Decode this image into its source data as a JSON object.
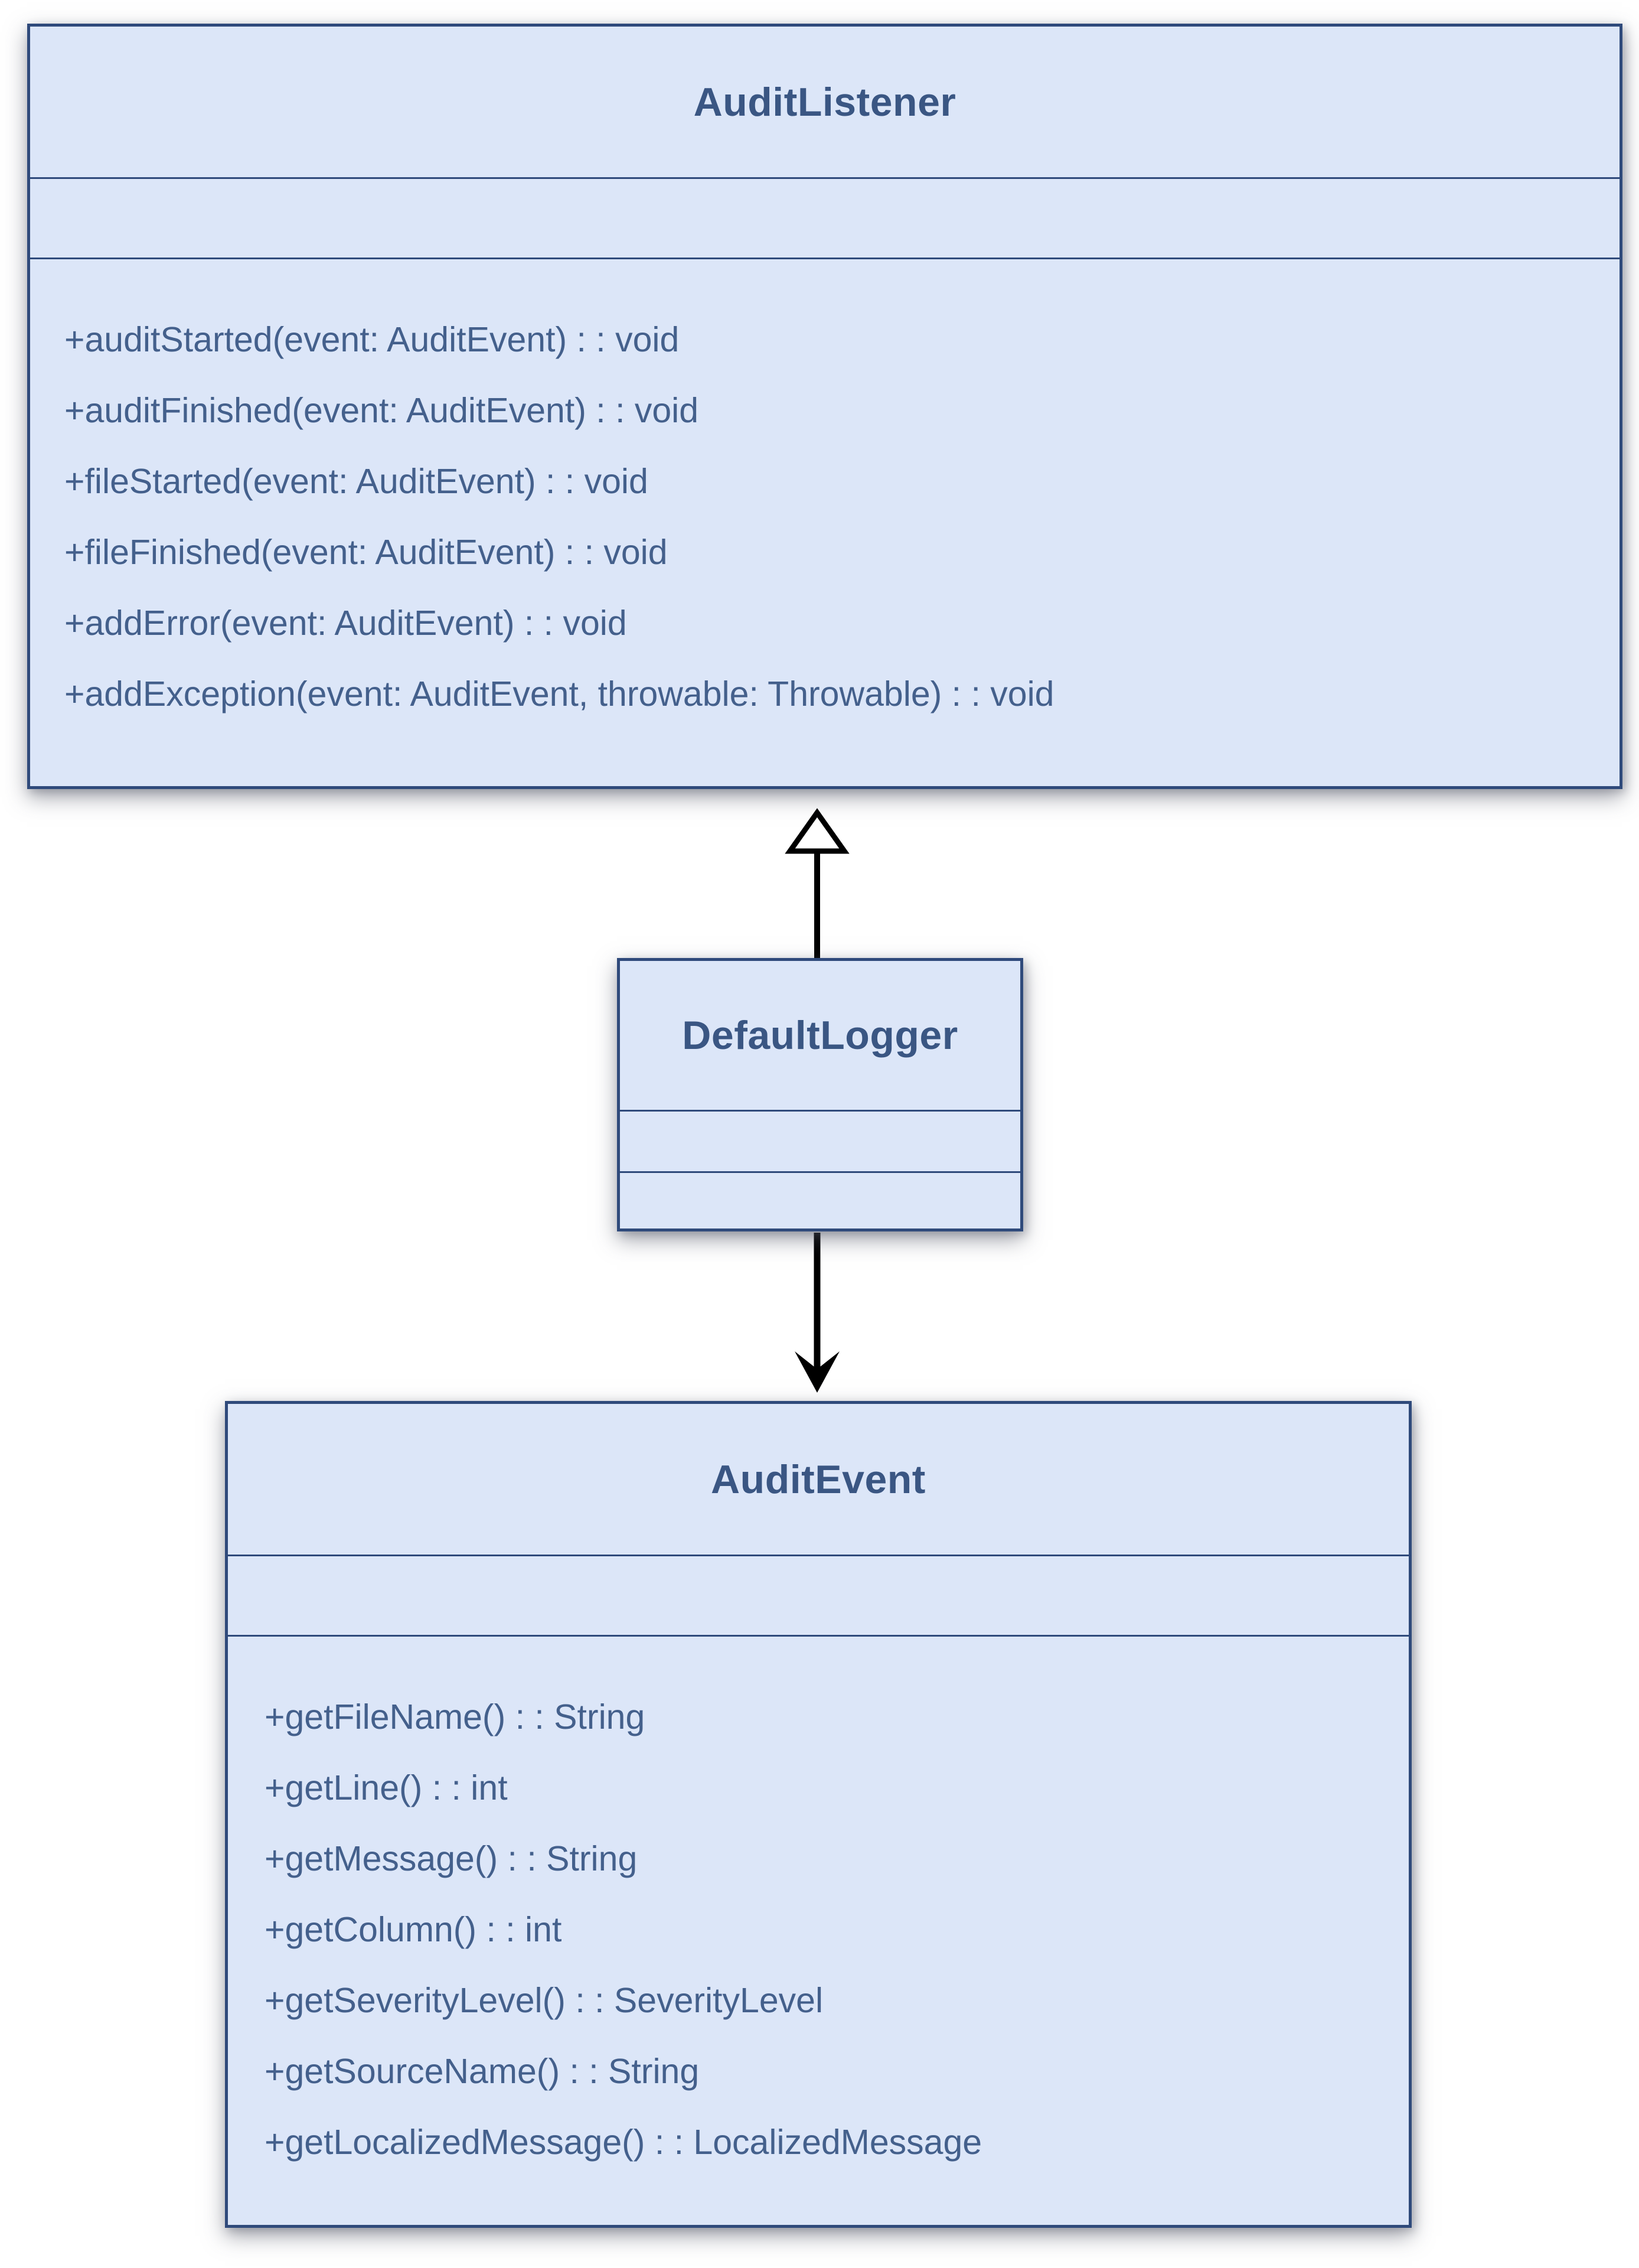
{
  "diagram": {
    "background_color": "#ffffff",
    "colors": {
      "box_fill": "#dce6f8",
      "box_border": "#2f4a7b",
      "title_text": "#3a5683",
      "method_text": "#44608c",
      "connector": "#000000",
      "triangle_fill": "#ffffff"
    },
    "classes": [
      {
        "name": "AuditListener",
        "attributes": [],
        "methods": [
          "+auditStarted(event: AuditEvent) : : void",
          "+auditFinished(event: AuditEvent) : : void",
          "+fileStarted(event: AuditEvent) : : void",
          "+fileFinished(event: AuditEvent) : : void",
          "+addError(event: AuditEvent) : : void",
          "+addException(event: AuditEvent, throwable: Throwable) : : void"
        ]
      },
      {
        "name": "DefaultLogger",
        "attributes": [],
        "methods": []
      },
      {
        "name": "AuditEvent",
        "attributes": [],
        "methods": [
          "+getFileName() : : String",
          "+getLine() : : int",
          "+getMessage() : : String",
          "+getColumn() : : int",
          "+getSeverityLevel() : : SeverityLevel",
          "+getSourceName() : : String",
          "+getLocalizedMessage() : : LocalizedMessage"
        ]
      }
    ],
    "relationships": [
      {
        "from": "DefaultLogger",
        "to": "AuditListener",
        "type": "realization",
        "arrowhead": "hollow-triangle-up"
      },
      {
        "from": "DefaultLogger",
        "to": "AuditEvent",
        "type": "directed-association",
        "arrowhead": "open-arrow-down"
      }
    ]
  }
}
